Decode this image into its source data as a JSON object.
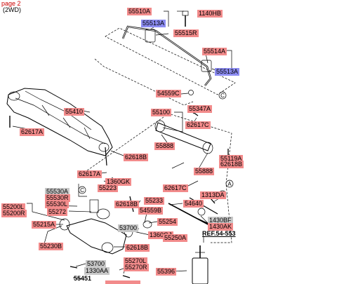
{
  "header": {
    "page_link": "page 2",
    "variant": "(2WD)"
  },
  "callouts": {
    "circle_c": "C",
    "circle_a": "A"
  },
  "reference": {
    "ref_label": "REF.54-553"
  },
  "parts": [
    {
      "id": "p55510A",
      "text": "55510A",
      "style": "pink"
    },
    {
      "id": "p1140HB",
      "text": "1140HB",
      "style": "pink"
    },
    {
      "id": "p55513A_top",
      "text": "55513A",
      "style": "blue"
    },
    {
      "id": "p55515R",
      "text": "55515R",
      "style": "pink"
    },
    {
      "id": "p55514A",
      "text": "55514A",
      "style": "pink"
    },
    {
      "id": "p55513A_right",
      "text": "55513A",
      "style": "blue"
    },
    {
      "id": "p54559C",
      "text": "54559C",
      "style": "pink"
    },
    {
      "id": "p55410",
      "text": "55410",
      "style": "pink"
    },
    {
      "id": "p55100",
      "text": "55100",
      "style": "pink"
    },
    {
      "id": "p55347A",
      "text": "55347A",
      "style": "pink"
    },
    {
      "id": "p62617A_left",
      "text": "62617A",
      "style": "pink"
    },
    {
      "id": "p62617C_top",
      "text": "62617C",
      "style": "pink"
    },
    {
      "id": "p55888_a",
      "text": "55888",
      "style": "pink"
    },
    {
      "id": "p62618B_a",
      "text": "62618B",
      "style": "pink"
    },
    {
      "id": "p55119A",
      "text": "55119A",
      "style": "pink"
    },
    {
      "id": "p62618B_b",
      "text": "62618B",
      "style": "pink"
    },
    {
      "id": "p55888_b",
      "text": "55888",
      "style": "pink"
    },
    {
      "id": "p62617A_mid",
      "text": "62617A",
      "style": "pink"
    },
    {
      "id": "p1360GK",
      "text": "1360GK",
      "style": "pink"
    },
    {
      "id": "p55223",
      "text": "55223",
      "style": "pink"
    },
    {
      "id": "p62617C_mid",
      "text": "62617C",
      "style": "pink"
    },
    {
      "id": "p1313DA",
      "text": "1313DA",
      "style": "pink"
    },
    {
      "id": "p55530A",
      "text": "55530A",
      "style": "gray"
    },
    {
      "id": "p55530R",
      "text": "55530R",
      "style": "pink"
    },
    {
      "id": "p55530L",
      "text": "55530L",
      "style": "pink"
    },
    {
      "id": "p55233",
      "text": "55233",
      "style": "pink"
    },
    {
      "id": "p54640",
      "text": "54640",
      "style": "pink"
    },
    {
      "id": "p62618B_c",
      "text": "62618B",
      "style": "pink"
    },
    {
      "id": "p55200L",
      "text": "55200L",
      "style": "pink"
    },
    {
      "id": "p55200R",
      "text": "55200R",
      "style": "pink"
    },
    {
      "id": "p54559B",
      "text": "54559B",
      "style": "pink"
    },
    {
      "id": "p55272",
      "text": "55272",
      "style": "pink"
    },
    {
      "id": "p1430BF",
      "text": "1430BF",
      "style": "gray"
    },
    {
      "id": "p1430AK",
      "text": "1430AK",
      "style": "pink"
    },
    {
      "id": "p55254",
      "text": "55254",
      "style": "pink"
    },
    {
      "id": "p55215A",
      "text": "55215A",
      "style": "pink"
    },
    {
      "id": "p53700_a",
      "text": "53700",
      "style": "gray"
    },
    {
      "id": "p1360GJ",
      "text": "1360GJ",
      "style": "pink"
    },
    {
      "id": "p55250A",
      "text": "55250A",
      "style": "pink"
    },
    {
      "id": "p55230B",
      "text": "55230B",
      "style": "pink"
    },
    {
      "id": "p62618B_d",
      "text": "62618B",
      "style": "pink"
    },
    {
      "id": "p53700_b",
      "text": "53700",
      "style": "gray"
    },
    {
      "id": "p55270L",
      "text": "55270L",
      "style": "pink"
    },
    {
      "id": "p55270R",
      "text": "55270R",
      "style": "pink"
    },
    {
      "id": "p1330AA",
      "text": "1330AA",
      "style": "gray"
    },
    {
      "id": "p55396",
      "text": "55396",
      "style": "pink"
    },
    {
      "id": "p55451",
      "text": "55451",
      "style": "plain"
    }
  ]
}
